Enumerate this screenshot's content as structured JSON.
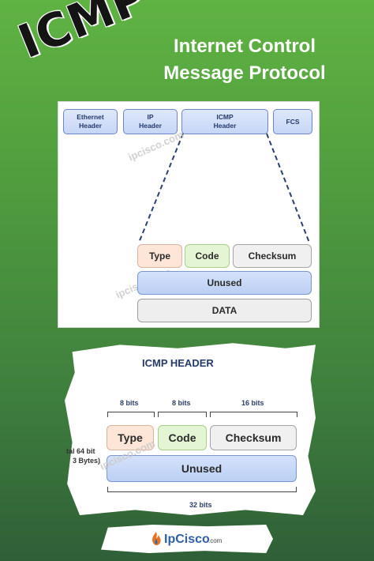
{
  "logo": {
    "text": "ICMP"
  },
  "title": {
    "line1": "Internet Control",
    "line2": "Message Protocol"
  },
  "frame_diagram": {
    "headers": [
      {
        "line1": "Ethernet",
        "line2": "Header"
      },
      {
        "line1": "IP",
        "line2": "Header"
      },
      {
        "line1": "ICMP",
        "line2": "Header"
      },
      {
        "line1": "FCS",
        "line2": ""
      }
    ],
    "watermark": "ipcisco.com",
    "fields": {
      "type": "Type",
      "code": "Code",
      "checksum": "Checksum",
      "unused": "Unused",
      "data": "DATA"
    }
  },
  "header_diagram": {
    "title": "ICMP HEADER",
    "bit_labels": {
      "type": "8 bits",
      "code": "8 bits",
      "checksum": "16 bits",
      "total": "32 bits"
    },
    "side_label": {
      "line1": "tal 64 bit",
      "line2": "3 Bytes)"
    },
    "fields": {
      "type": "Type",
      "code": "Code",
      "checksum": "Checksum",
      "unused": "Unused"
    },
    "watermark": "ipcisco.com"
  },
  "brand": {
    "name": "IpCisco",
    "suffix": ".com"
  },
  "colors": {
    "background_top": "#5fb342",
    "background_bottom": "#2f5f37",
    "type_fill": "#fde6d8",
    "code_fill": "#e4f5d4",
    "checksum_fill": "#f0f0f0",
    "unused_fill": "#c6d6f6",
    "data_fill": "#eeeeee"
  }
}
